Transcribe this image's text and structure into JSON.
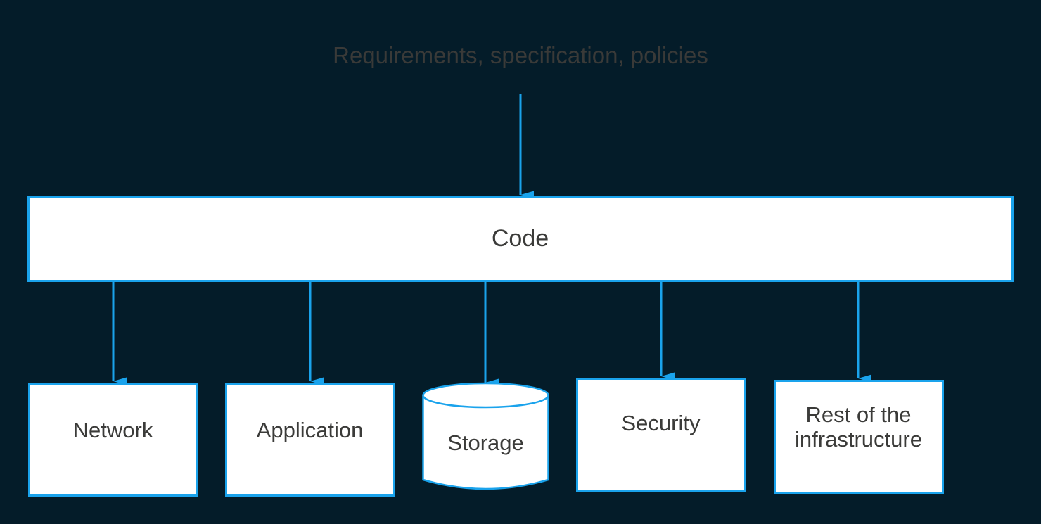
{
  "diagram": {
    "background_color": "#041c29",
    "accent_color": "#1aa3ec",
    "shape_fill": "#ffffff",
    "text_color": "#3b3b39",
    "title_text_color": "#3a3a38",
    "title": "Requirements, specification, policies",
    "top_node": {
      "id": "code",
      "label": "Code",
      "shape": "rectangle"
    },
    "bottom_nodes": [
      {
        "id": "network",
        "label": "Network",
        "shape": "rectangle"
      },
      {
        "id": "application",
        "label": "Application",
        "shape": "rectangle"
      },
      {
        "id": "storage",
        "label": "Storage",
        "shape": "cylinder"
      },
      {
        "id": "security",
        "label": "Security",
        "shape": "rectangle"
      },
      {
        "id": "rest",
        "label": "Rest of the\ninfrastructure",
        "shape": "rectangle"
      }
    ],
    "edges": [
      {
        "from": "title",
        "to": "code"
      },
      {
        "from": "code",
        "to": "network"
      },
      {
        "from": "code",
        "to": "application"
      },
      {
        "from": "code",
        "to": "storage"
      },
      {
        "from": "code",
        "to": "security"
      },
      {
        "from": "code",
        "to": "rest"
      }
    ]
  }
}
